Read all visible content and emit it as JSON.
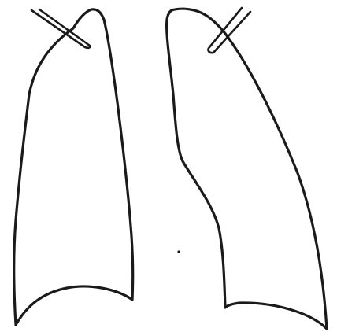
{
  "figure": {
    "description_visible_text": "",
    "background_color": "#ffffff",
    "ink_color": "#1a1a1a",
    "components": [
      {
        "name": "right-lung-outline"
      },
      {
        "name": "left-lung-outline"
      },
      {
        "name": "right-bronchus-stub"
      },
      {
        "name": "left-bronchus-stub"
      },
      {
        "name": "stray-dot"
      }
    ]
  }
}
